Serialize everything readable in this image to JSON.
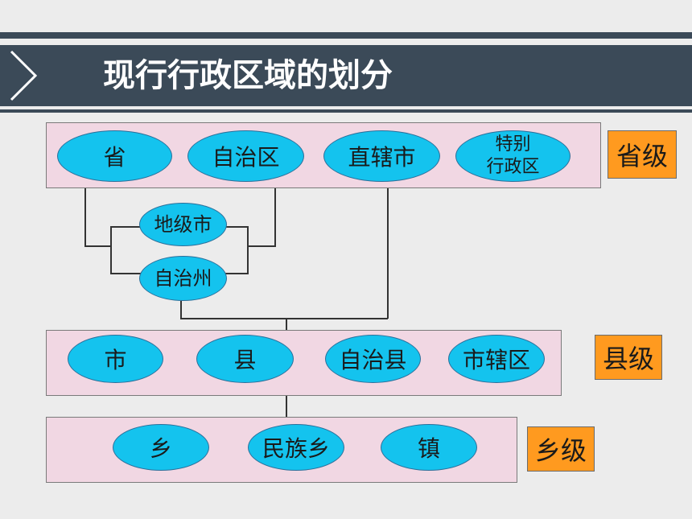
{
  "title": "现行行政区域的划分",
  "province_level": {
    "label": "省级",
    "items": [
      "省",
      "自治区",
      "直辖市"
    ],
    "special": [
      "特别",
      "行政区"
    ]
  },
  "intermediate": [
    "地级市",
    "自治州"
  ],
  "county_level": {
    "label": "县级",
    "items": [
      "市",
      "县",
      "自治县",
      "市辖区"
    ]
  },
  "township_level": {
    "label": "乡级",
    "items": [
      "乡",
      "民族乡",
      "镇"
    ]
  },
  "colors": {
    "title_bar": "#3b4a58",
    "band": "#f1d7e3",
    "oval": "#14c3ee",
    "level_label": "#ff9a1f"
  }
}
